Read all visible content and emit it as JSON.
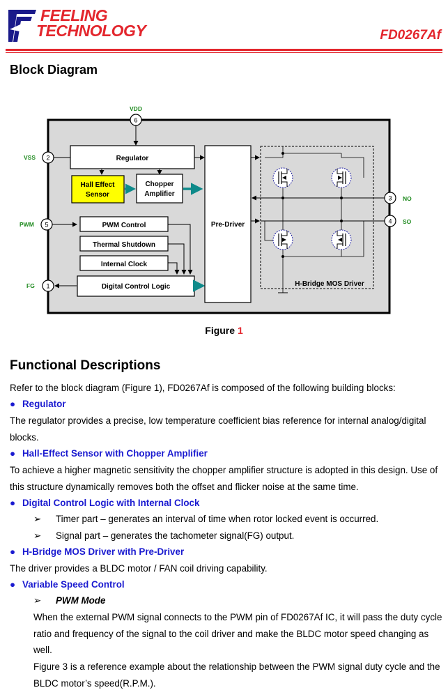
{
  "header": {
    "logo_line1": "FEELING",
    "logo_line2": "TECHNOLOGY",
    "part_number": "FD0267Af",
    "brand_color": "#e3262d"
  },
  "block_diagram": {
    "heading": "Block Diagram",
    "pins": {
      "vdd": {
        "name": "VDD",
        "num": "6"
      },
      "vss": {
        "name": "VSS",
        "num": "2"
      },
      "pwm": {
        "name": "PWM",
        "num": "5"
      },
      "fg": {
        "name": "FG",
        "num": "1"
      },
      "no": {
        "name": "NO",
        "num": "3"
      },
      "so": {
        "name": "SO",
        "num": "4"
      }
    },
    "blocks": {
      "regulator": "Regulator",
      "hall_line1": "Hall Effect",
      "hall_line2": "Sensor",
      "chopper_line1": "Chopper",
      "chopper_line2": "Amplifier",
      "pwm_control": "PWM Control",
      "thermal": "Thermal Shutdown",
      "clock": "Internal Clock",
      "dcl": "Digital Control Logic",
      "predriver": "Pre-Driver",
      "hbridge": "H-Bridge MOS Driver"
    },
    "figure_label": "Figure",
    "figure_number": "1"
  },
  "functional": {
    "heading": "Functional Descriptions",
    "intro": "Refer to the block diagram (Figure 1), FD0267Af is composed of the following building blocks:",
    "regulator_title": "Regulator",
    "regulator_text": "The regulator provides a precise, low temperature coefficient bias reference for internal analog/digital blocks.",
    "hall_title": "Hall-Effect Sensor with Chopper Amplifier",
    "hall_text": "To achieve a higher magnetic sensitivity the chopper amplifier structure is adopted in this design. Use of this structure dynamically removes both the offset and flicker noise at the same time.",
    "dcl_title": "Digital Control Logic with Internal Clock",
    "dcl_sub1": "Timer part – generates an interval of time when rotor locked event is occurred.",
    "dcl_sub2": "Signal part – generates the tachometer signal(FG) output.",
    "hbridge_title": "H-Bridge MOS Driver with Pre-Driver",
    "hbridge_text": "The driver provides a BLDC motor / FAN coil driving capability.",
    "vsc_title": "Variable Speed Control",
    "pwm_mode_title": "PWM Mode",
    "pwm_mode_text1": "When the external PWM signal connects to the PWM pin of FD0267Af IC, it will pass the duty cycle ratio and frequency of the signal to the coil driver and make the BLDC motor speed changing as well.",
    "pwm_mode_text2": "Figure 3 is a reference example about the relationship between the PWM signal duty cycle and the BLDC motor’s speed(R.P.M.)."
  }
}
